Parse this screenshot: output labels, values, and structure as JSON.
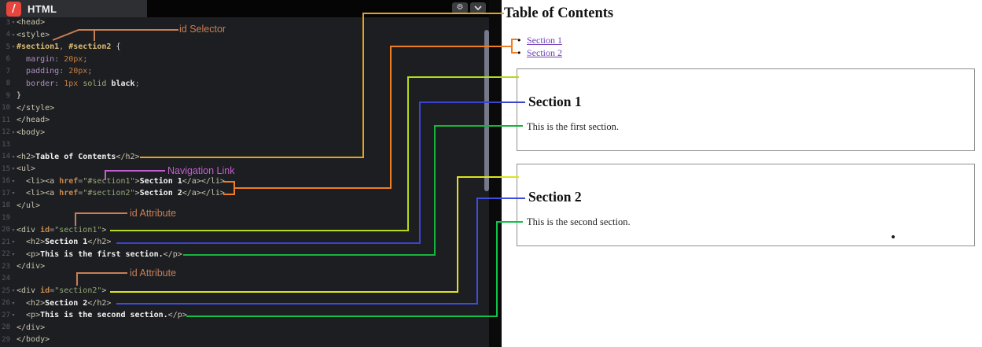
{
  "editor": {
    "tab": "HTML",
    "icon_glyph": "/",
    "gear_glyph": "⚙",
    "lines": [
      {
        "n": 3,
        "fold": true,
        "tokens": [
          [
            "t",
            "<head>"
          ]
        ]
      },
      {
        "n": 4,
        "fold": true,
        "tokens": [
          [
            "t",
            "<style>"
          ]
        ]
      },
      {
        "n": 5,
        "fold": true,
        "tokens": [
          [
            "s",
            "#section1"
          ],
          [
            "u",
            ", "
          ],
          [
            "s",
            "#section2"
          ],
          [
            "w",
            " {"
          ]
        ]
      },
      {
        "n": 6,
        "fold": false,
        "tokens": [
          [
            "u",
            "  "
          ],
          [
            "p",
            "margin"
          ],
          [
            "u",
            ": "
          ],
          [
            "n",
            "20px"
          ],
          [
            "u",
            ";"
          ]
        ]
      },
      {
        "n": 7,
        "fold": false,
        "tokens": [
          [
            "u",
            "  "
          ],
          [
            "p",
            "padding"
          ],
          [
            "u",
            ": "
          ],
          [
            "n",
            "20px"
          ],
          [
            "u",
            ";"
          ]
        ]
      },
      {
        "n": 8,
        "fold": false,
        "tokens": [
          [
            "u",
            "  "
          ],
          [
            "p",
            "border"
          ],
          [
            "u",
            ": "
          ],
          [
            "n",
            "1px"
          ],
          [
            "u",
            " "
          ],
          [
            "v",
            "solid"
          ],
          [
            "u",
            " "
          ],
          [
            "k",
            "black"
          ],
          [
            "u",
            ";"
          ]
        ]
      },
      {
        "n": 9,
        "fold": false,
        "tokens": [
          [
            "w",
            "}"
          ]
        ]
      },
      {
        "n": 10,
        "fold": false,
        "tokens": [
          [
            "t",
            "</style>"
          ]
        ]
      },
      {
        "n": 11,
        "fold": false,
        "tokens": [
          [
            "t",
            "</head>"
          ]
        ]
      },
      {
        "n": 12,
        "fold": true,
        "tokens": [
          [
            "t",
            "<body>"
          ]
        ]
      },
      {
        "n": 13,
        "fold": false,
        "tokens": []
      },
      {
        "n": 14,
        "fold": true,
        "tokens": [
          [
            "t",
            "<h2>"
          ],
          [
            "b",
            "Table of Contents"
          ],
          [
            "t",
            "</h2>"
          ]
        ]
      },
      {
        "n": 15,
        "fold": true,
        "tokens": [
          [
            "t",
            "<ul>"
          ]
        ]
      },
      {
        "n": 16,
        "fold": true,
        "tokens": [
          [
            "t",
            "  <li><a "
          ],
          [
            "a",
            "href"
          ],
          [
            "u",
            "="
          ],
          [
            "str",
            "\"#section1\""
          ],
          [
            "t",
            ">"
          ],
          [
            "b",
            "Section 1"
          ],
          [
            "t",
            "</a></li>"
          ]
        ]
      },
      {
        "n": 17,
        "fold": true,
        "tokens": [
          [
            "t",
            "  <li><a "
          ],
          [
            "a",
            "href"
          ],
          [
            "u",
            "="
          ],
          [
            "str",
            "\"#section2\""
          ],
          [
            "t",
            ">"
          ],
          [
            "b",
            "Section 2"
          ],
          [
            "t",
            "</a></li>"
          ]
        ]
      },
      {
        "n": 18,
        "fold": false,
        "tokens": [
          [
            "t",
            "</ul>"
          ]
        ]
      },
      {
        "n": 19,
        "fold": false,
        "tokens": []
      },
      {
        "n": 20,
        "fold": true,
        "tokens": [
          [
            "t",
            "<div "
          ],
          [
            "a",
            "id"
          ],
          [
            "u",
            "="
          ],
          [
            "str",
            "\"section1\""
          ],
          [
            "t",
            ">"
          ]
        ]
      },
      {
        "n": 21,
        "fold": true,
        "tokens": [
          [
            "t",
            "  <h2>"
          ],
          [
            "b",
            "Section 1"
          ],
          [
            "t",
            "</h2>"
          ]
        ]
      },
      {
        "n": 22,
        "fold": true,
        "tokens": [
          [
            "t",
            "  <p>"
          ],
          [
            "b",
            "This is the first section."
          ],
          [
            "t",
            "</p>"
          ]
        ]
      },
      {
        "n": 23,
        "fold": false,
        "tokens": [
          [
            "t",
            "</div>"
          ]
        ]
      },
      {
        "n": 24,
        "fold": false,
        "tokens": []
      },
      {
        "n": 25,
        "fold": true,
        "tokens": [
          [
            "t",
            "<div "
          ],
          [
            "a",
            "id"
          ],
          [
            "u",
            "="
          ],
          [
            "str",
            "\"section2\""
          ],
          [
            "t",
            ">"
          ]
        ]
      },
      {
        "n": 26,
        "fold": true,
        "tokens": [
          [
            "t",
            "  <h2>"
          ],
          [
            "b",
            "Section 2"
          ],
          [
            "t",
            "</h2>"
          ]
        ]
      },
      {
        "n": 27,
        "fold": true,
        "tokens": [
          [
            "t",
            "  <p>"
          ],
          [
            "b",
            "This is the second section."
          ],
          [
            "t",
            "</p>"
          ]
        ]
      },
      {
        "n": 28,
        "fold": false,
        "tokens": [
          [
            "t",
            "</div>"
          ]
        ]
      },
      {
        "n": 29,
        "fold": false,
        "tokens": [
          [
            "t",
            "</body>"
          ]
        ]
      }
    ]
  },
  "annotations": {
    "id_selector": "id Selector",
    "navigation_link": "Navigation Link",
    "id_attribute_a": "id Attribute",
    "id_attribute_b": "id Attribute"
  },
  "preview": {
    "title": "Table of Contents",
    "toc": [
      {
        "label": "Section 1"
      },
      {
        "label": "Section 2"
      }
    ],
    "sections": [
      {
        "heading": "Section 1",
        "body": "This is the first section."
      },
      {
        "heading": "Section 2",
        "body": "This is the second section."
      }
    ]
  },
  "colors": {
    "gold": "#e0a41e",
    "orange": "#ef7d23",
    "lime_a": "#b2dc1a",
    "lime_b": "#dde41c",
    "blue_a": "#3c43cf",
    "blue_b": "#3e4ce0",
    "green_a": "#17b33c",
    "green_b": "#10c24a",
    "salmon": "#c87e55",
    "magenta": "#c45fcf",
    "link": "#7040b8",
    "tab_red": "#e8453c",
    "box_border": "#909090"
  }
}
